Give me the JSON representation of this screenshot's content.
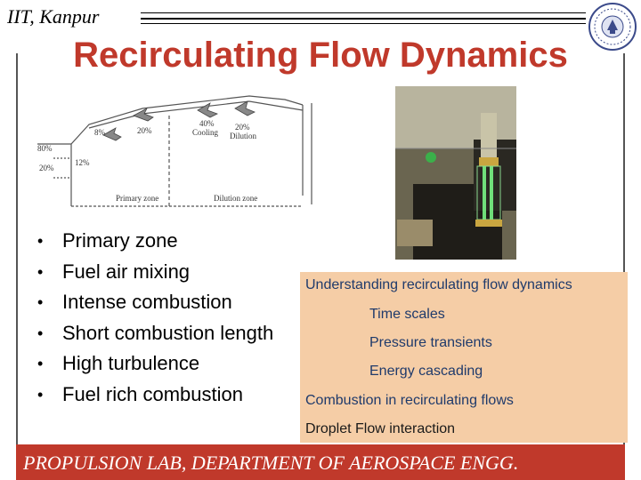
{
  "header": {
    "institution": "IIT, Kanpur"
  },
  "slide": {
    "title": "Recirculating Flow Dynamics"
  },
  "diagram": {
    "labels": {
      "pct_80": "80%",
      "pct_8": "8%",
      "pct_20_top": "20%",
      "pct_40_cooling": "40%",
      "cooling": "Cooling",
      "pct_20_dilution": "20%",
      "dilution": "Dilution",
      "pct_12": "12%",
      "pct_20_left": "20%",
      "primary_zone": "Primary zone",
      "dilution_zone": "Dilution zone"
    }
  },
  "bullets": [
    "Primary zone",
    "Fuel air mixing",
    "Intense combustion",
    "Short combustion length",
    "High turbulence",
    "Fuel rich combustion"
  ],
  "info_box": {
    "heading": "Understanding recirculating flow dynamics",
    "items": [
      "Time scales",
      "Pressure transients",
      "Energy cascading"
    ],
    "combustion": "Combustion in recirculating flows",
    "droplet": "Droplet Flow interaction",
    "colors": {
      "background": "#f5cda6",
      "text_blue": "#1f3a6b",
      "text_dark": "#1a1a1a"
    }
  },
  "footer": {
    "text": "PROPULSION LAB, DEPARTMENT OF AEROSPACE ENGG."
  },
  "colors": {
    "accent": "#c0392b"
  }
}
